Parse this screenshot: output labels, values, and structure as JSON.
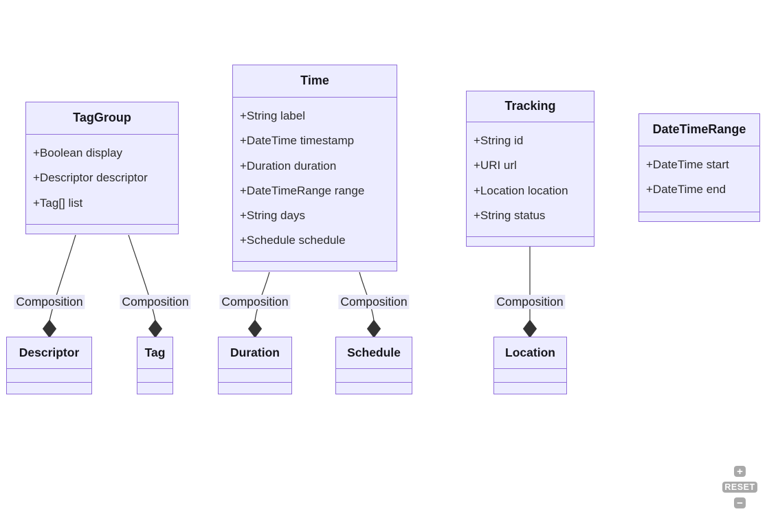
{
  "diagram": {
    "type": "uml-class-diagram",
    "colors": {
      "class_fill": "#ECECFF",
      "class_border": "#9370DB",
      "edge_line": "#333333",
      "diamond_fill": "#333333",
      "edge_label_bg": "#E9E9F8",
      "text": "#2b2b2b"
    },
    "classes": [
      {
        "name": "TagGroup",
        "attributes": [
          "+Boolean display",
          "+Descriptor descriptor",
          "+Tag[] list"
        ],
        "methods": []
      },
      {
        "name": "Time",
        "attributes": [
          "+String label",
          "+DateTime timestamp",
          "+Duration duration",
          "+DateTimeRange range",
          "+String days",
          "+Schedule schedule"
        ],
        "methods": []
      },
      {
        "name": "Tracking",
        "attributes": [
          "+String id",
          "+URI url",
          "+Location location",
          "+String status"
        ],
        "methods": []
      },
      {
        "name": "DateTimeRange",
        "attributes": [
          "+DateTime start",
          "+DateTime end"
        ],
        "methods": []
      },
      {
        "name": "Descriptor",
        "attributes": [],
        "methods": []
      },
      {
        "name": "Tag",
        "attributes": [],
        "methods": []
      },
      {
        "name": "Duration",
        "attributes": [],
        "methods": []
      },
      {
        "name": "Schedule",
        "attributes": [],
        "methods": []
      },
      {
        "name": "Location",
        "attributes": [],
        "methods": []
      }
    ],
    "relationships": [
      {
        "from": "TagGroup",
        "to": "Descriptor",
        "type": "composition",
        "label": "Composition"
      },
      {
        "from": "TagGroup",
        "to": "Tag",
        "type": "composition",
        "label": "Composition"
      },
      {
        "from": "Time",
        "to": "Duration",
        "type": "composition",
        "label": "Composition"
      },
      {
        "from": "Time",
        "to": "Schedule",
        "type": "composition",
        "label": "Composition"
      },
      {
        "from": "Tracking",
        "to": "Location",
        "type": "composition",
        "label": "Composition"
      }
    ]
  },
  "controls": {
    "zoom_in_label": "+",
    "reset_label": "RESET",
    "zoom_out_label": "−"
  }
}
